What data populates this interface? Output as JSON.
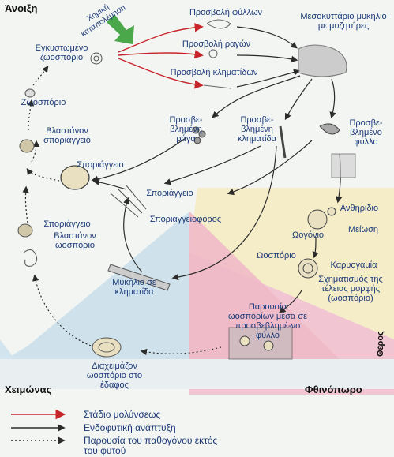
{
  "seasons": {
    "spring": "Άνοιξη",
    "winter": "Χειμώνας",
    "autumn": "Φθινόπωρο",
    "summer": "Θέρος"
  },
  "labels": {
    "chemical_protection": "Χημική καταπολέμηση",
    "leaf_attack": "Προσβολή φύλλων",
    "grape_attack": "Προσβολή ραγών",
    "shoot_attack": "Προσβολή κληματίδων",
    "encysted_zoospore": "Εγκυστωμένο ζωοσπόριο",
    "zoospore": "Ζωοσπόριο",
    "germinated_sporangium_1": "Βλαστάνον σποριάγγειο",
    "sporangium_main": "Σποριάγγειο",
    "sporangium_2": "Σποριάγγειο",
    "germinated_zoospore": "Βλαστάνον ωοσπόριο",
    "sporangium_small": "Σποριάγγειο",
    "sporangiophore": "Σποριαγγειοφόρος",
    "mycelium_in_shoot": "Μυκήλιο σε κληματίδα",
    "overwintering_oospores": "Διαχειμάζον ωοσπόριο στο έδαφος",
    "mycelium_haustoria": "Μεσοκυττάριο μυκήλιο με μυζητήρες",
    "infected_grape": "Προσβε-βλημένη ράγα",
    "infected_shoot": "Προσβε-βλημένη κληματίδα",
    "infected_leaf": "Προσβε-βλημένο φύλλο",
    "antheridium": "Ανθηρίδιο",
    "oogonium": "Ωογόνιο",
    "meiosis": "Μείωση",
    "oospore": "Ωοσπόριο",
    "karyogamy": "Καρυογαμία",
    "perfect_form": "Σχηματισμός της τέλειας μορφής (ωοσπόριο)",
    "oospores_in_leaf": "Παρουσία ωοσπορίων μέσα σε προσβεβλημέ-νο φύλλο"
  },
  "legend": {
    "infection_stage": "Στάδιο μολύνσεως",
    "endophytic_growth": "Ενδοφυτική ανάπτυξη",
    "outside_plant": "Παρουσία του παθογόνου εκτός του φυτού"
  },
  "colors": {
    "infection_arrow": "#c8252b",
    "endophytic_arrow": "#2b2b2b",
    "outside_arrow": "#2b2b2b",
    "spring_bg": "#f3f5f2",
    "winter_bg": "#d2e4ee",
    "autumn_bg": "#f1c6d2",
    "summer_bg": "#f4edc7",
    "chemical_arrow": "#4aa84a",
    "text": "#1b3a78"
  }
}
